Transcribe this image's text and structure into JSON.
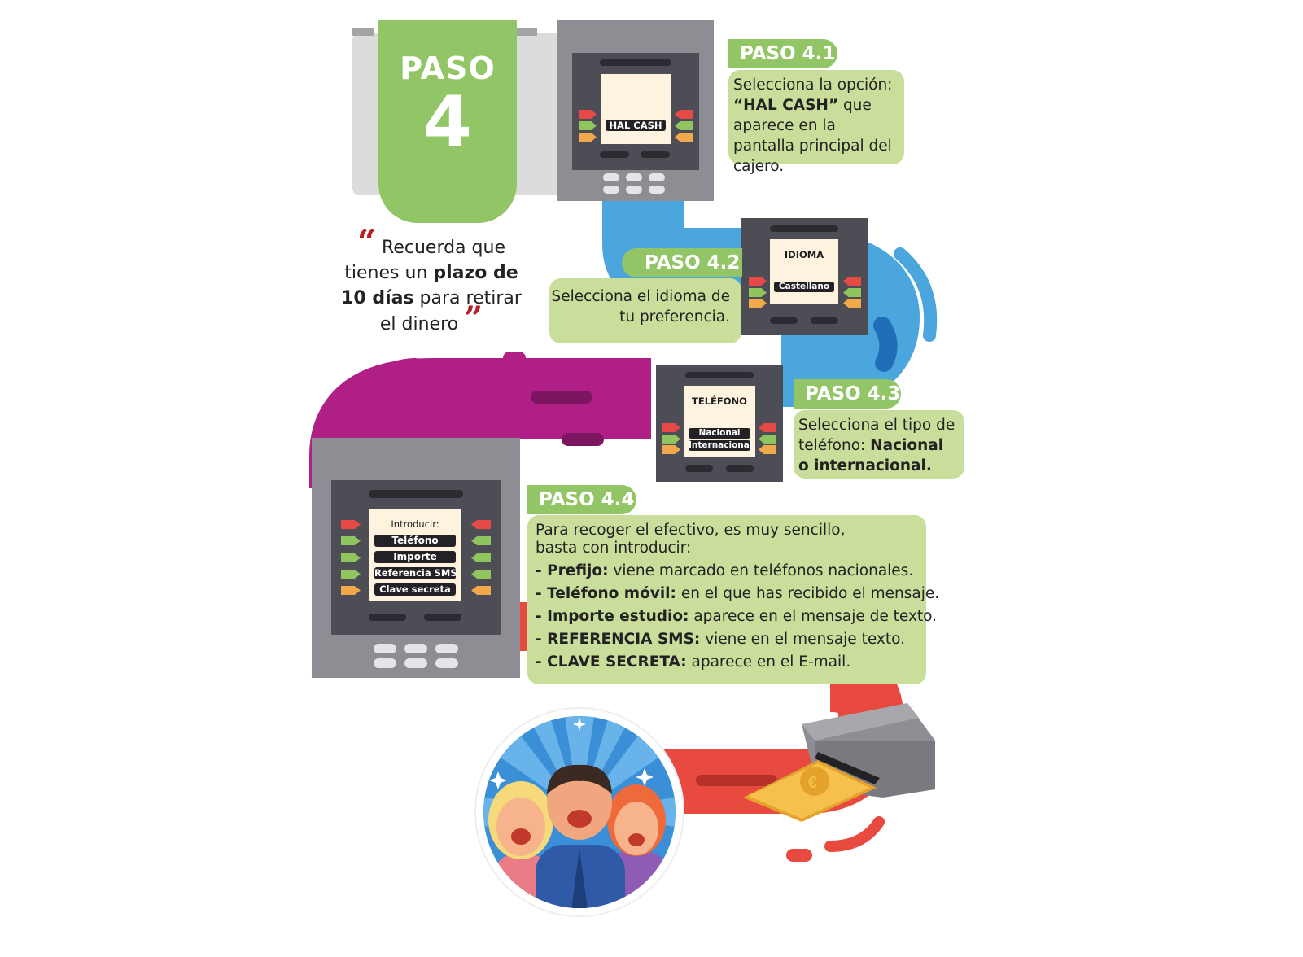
{
  "step": {
    "word": "PASO",
    "number": "4"
  },
  "quote": {
    "part1": "Recuerda que tienes un ",
    "bold1": "plazo de 10 días",
    "part2": " para retirar el dinero"
  },
  "step_4_1": {
    "tag": "PASO 4.1",
    "text_prefix": "Selecciona la opción:",
    "text_bold": "“HAL CASH”",
    "text_suffix": " que aparece en la pantalla principal del cajero.",
    "screen_option": "HAL CASH"
  },
  "step_4_2": {
    "tag": "PASO 4.2",
    "text": "Selecciona el idioma de tu preferencia.",
    "screen_title": "IDIOMA",
    "screen_option": "Castellano"
  },
  "step_4_3": {
    "tag": "PASO 4.3",
    "text_prefix": "Selecciona el tipo de teléfono: ",
    "text_bold": "Nacional o internacional.",
    "screen_title": "TELÉFONO",
    "screen_options": [
      "Nacional",
      "Internacional"
    ]
  },
  "step_4_4": {
    "tag": "PASO 4.4",
    "intro": "Para recoger el efectivo, es muy sencillo, basta con introducir:",
    "items": [
      {
        "bold": "- Prefijo:",
        "text": " viene marcado en teléfonos nacionales."
      },
      {
        "bold": "- Teléfono móvil:",
        "text": " en el que has recibido el mensaje."
      },
      {
        "bold": "- Importe estudio:",
        "text": " aparece en el mensaje de texto."
      },
      {
        "bold": "- REFERENCIA SMS:",
        "text": " viene en el mensaje texto."
      },
      {
        "bold": "- CLAVE SECRETA:",
        "text": " aparece en el E-mail."
      }
    ],
    "screen_title": "Introducir:",
    "screen_options": [
      "Teléfono",
      "Importe",
      "Referencia SMS",
      "Clave secreta"
    ]
  },
  "colors": {
    "green": "#92c565",
    "light_green": "#c9de9b",
    "blue_road": "#4aa6dc",
    "purple_road": "#b01f86",
    "red_road": "#e84a3f",
    "grey_road": "#dcdcdc",
    "atm_body": "#8e8d93",
    "atm_frame": "#4d4d55",
    "quote_mark": "#b81f25"
  },
  "icons": [
    "atm-icon",
    "happy-people-icon",
    "cash-dispenser-icon",
    "euro-banknote-icon",
    "sparkle-icon"
  ]
}
